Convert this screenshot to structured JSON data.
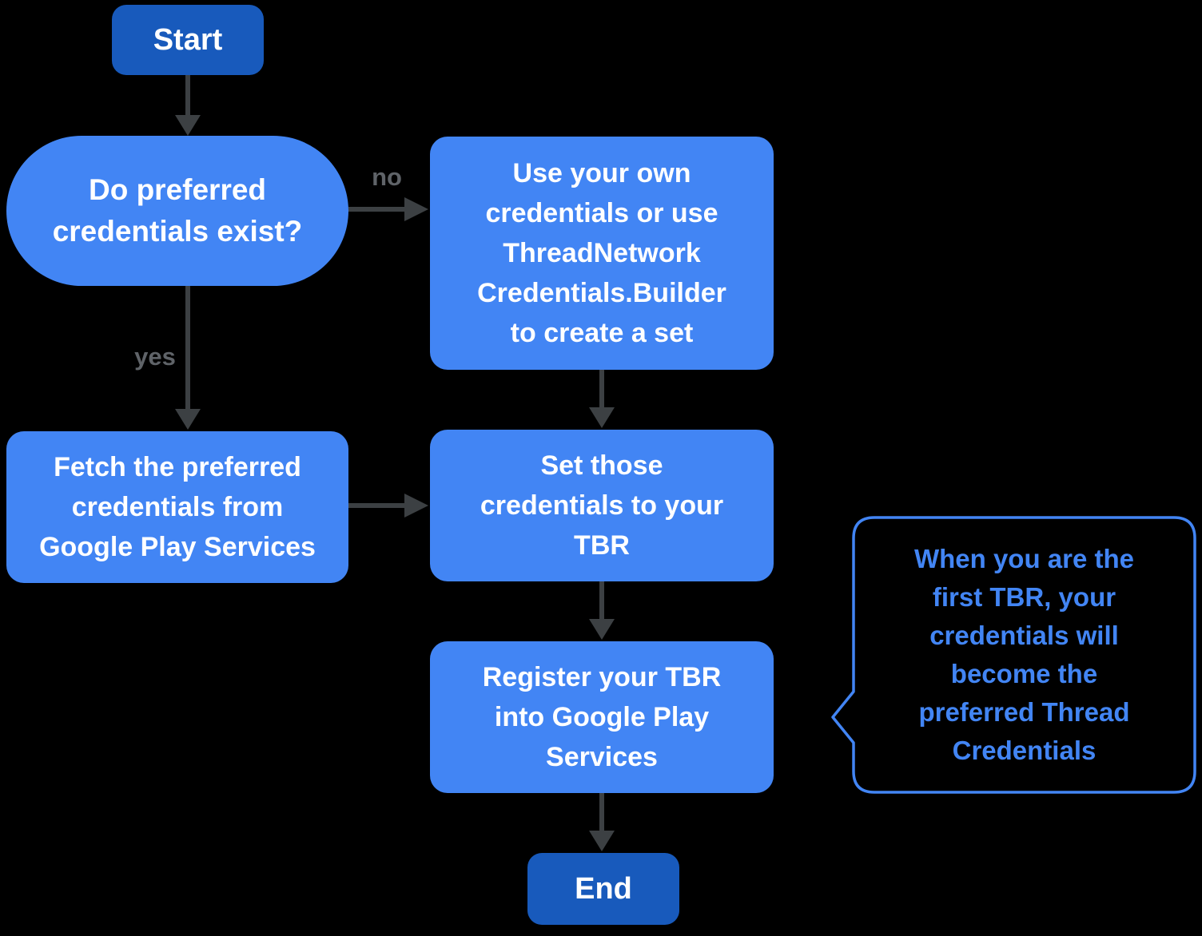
{
  "colors": {
    "background": "#000000",
    "node_blue": "#4285f4",
    "terminal_blue": "#185abc",
    "arrow_gray": "#3c4043",
    "edge_label_gray": "#5f6368",
    "callout_blue": "#4285f4",
    "node_text": "#ffffff"
  },
  "nodes": {
    "start": {
      "label": "Start"
    },
    "decision": {
      "label": "Do preferred\ncredentials exist?"
    },
    "use_own": {
      "label": "Use your own\ncredentials or use\nThreadNetwork\nCredentials.Builder\nto create a set"
    },
    "fetch": {
      "label": "Fetch the preferred\ncredentials from\nGoogle Play Services"
    },
    "set_tbr": {
      "label": "Set those\ncredentials to your\nTBR"
    },
    "register": {
      "label": "Register your TBR\ninto Google Play\nServices"
    },
    "end": {
      "label": "End"
    },
    "callout": {
      "label": "When you are the\nfirst TBR, your\ncredentials will\nbecome the\npreferred Thread\nCredentials"
    }
  },
  "edges": {
    "no_label": "no",
    "yes_label": "yes"
  }
}
